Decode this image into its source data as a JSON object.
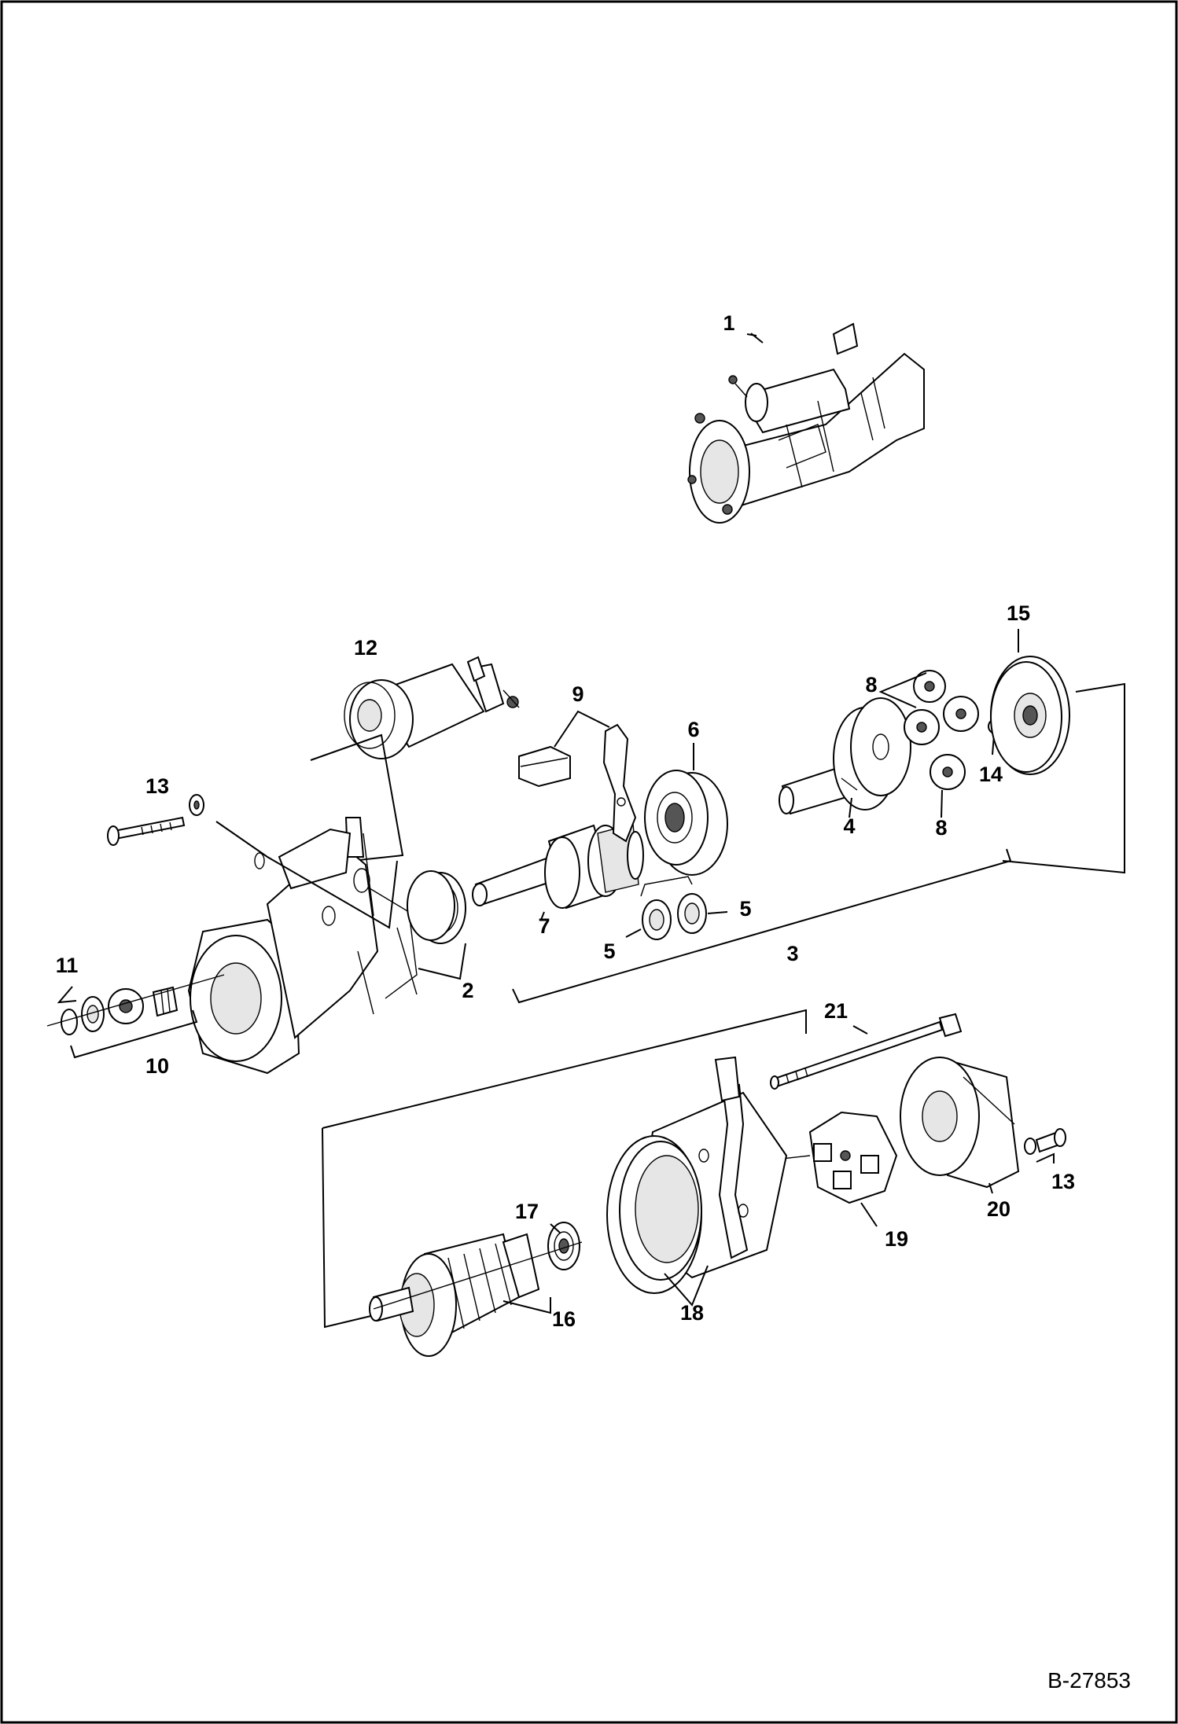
{
  "figure": {
    "id_label": "B-27853"
  },
  "callouts": [
    {
      "key": "c1",
      "text": "1"
    },
    {
      "key": "c2",
      "text": "2"
    },
    {
      "key": "c3",
      "text": "3"
    },
    {
      "key": "c4",
      "text": "4"
    },
    {
      "key": "c5a",
      "text": "5"
    },
    {
      "key": "c5b",
      "text": "5"
    },
    {
      "key": "c6",
      "text": "6"
    },
    {
      "key": "c7",
      "text": "7"
    },
    {
      "key": "c8a",
      "text": "8"
    },
    {
      "key": "c8b",
      "text": "8"
    },
    {
      "key": "c9",
      "text": "9"
    },
    {
      "key": "c10",
      "text": "10"
    },
    {
      "key": "c11",
      "text": "11"
    },
    {
      "key": "c12",
      "text": "12"
    },
    {
      "key": "c13a",
      "text": "13"
    },
    {
      "key": "c13b",
      "text": "13"
    },
    {
      "key": "c14",
      "text": "14"
    },
    {
      "key": "c15",
      "text": "15"
    },
    {
      "key": "c16",
      "text": "16"
    },
    {
      "key": "c17",
      "text": "17"
    },
    {
      "key": "c18",
      "text": "18"
    },
    {
      "key": "c19",
      "text": "19"
    },
    {
      "key": "c20",
      "text": "20"
    },
    {
      "key": "c21",
      "text": "21"
    }
  ]
}
